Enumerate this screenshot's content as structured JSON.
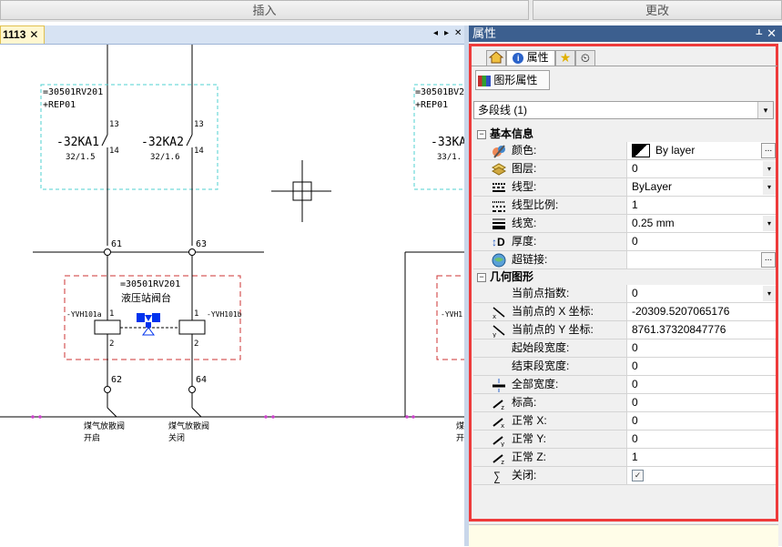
{
  "toolbar": {
    "insert_label": "插入",
    "change_label": "更改"
  },
  "document": {
    "tab_title": "1113",
    "close_glyph": "✕",
    "nav_left": "◂",
    "nav_right": "▸",
    "nav_close": "✕"
  },
  "drawing": {
    "block1": {
      "ref": "=30501RV201",
      "loc": "+REP01"
    },
    "block2": {
      "ref": "=30501BV2",
      "loc": "+REP01"
    },
    "ka1": {
      "name": "-32KA1",
      "pos": "32/1.5",
      "t1": "13",
      "t2": "14"
    },
    "ka2": {
      "name": "-32KA2",
      "pos": "32/1.6",
      "t1": "13",
      "t2": "14"
    },
    "ka3": {
      "name": "-33KA",
      "pos": "33/1."
    },
    "node61": "61",
    "node63": "63",
    "node62": "62",
    "node64": "64",
    "valve": {
      "ref": "=30501RV201",
      "name": "液压站阀台",
      "left_tag": "-YVH101a",
      "right_tag": "-YVH101b",
      "left_t1": "1",
      "left_t2": "2",
      "right_t1": "1",
      "right_t2": "2",
      "far_tag": "-YVH1"
    },
    "caption1": {
      "line1": "煤气放散阀",
      "line2": "开启"
    },
    "caption2": {
      "line1": "煤气放散阀",
      "line2": "关闭"
    },
    "caption3": {
      "line1": "煤",
      "line2": "开"
    }
  },
  "panel": {
    "title": "属性",
    "pin_glyph": "ᚆ",
    "close_glyph": "✕",
    "tab_properties": "属性",
    "subtab": "图形属性",
    "selection": "多段线 (1)",
    "categories": [
      {
        "label": "基本信息",
        "toggle": "−"
      },
      {
        "label": "几何图形",
        "toggle": "−"
      }
    ],
    "basic_rows": [
      {
        "label": "颜色:",
        "value": "By layer",
        "icon": "color-icon"
      },
      {
        "label": "图层:",
        "value": "0",
        "icon": "layer-icon"
      },
      {
        "label": "线型:",
        "value": "ByLayer",
        "icon": "linetype-icon"
      },
      {
        "label": "线型比例:",
        "value": "1",
        "icon": "linetype-scale-icon"
      },
      {
        "label": "线宽:",
        "value": "0.25 mm",
        "icon": "lineweight-icon"
      },
      {
        "label": "厚度:",
        "value": "0",
        "icon": "thickness-icon"
      },
      {
        "label": "超链接:",
        "value": "",
        "icon": "hyperlink-icon"
      }
    ],
    "geom_rows": [
      {
        "label": "当前点指数:",
        "value": "0"
      },
      {
        "label": "当前点的 X 坐标:",
        "value": "-20309.5207065176"
      },
      {
        "label": "当前点的 Y 坐标:",
        "value": "8761.37320847776"
      },
      {
        "label": "起始段宽度:",
        "value": "0"
      },
      {
        "label": "结束段宽度:",
        "value": "0"
      },
      {
        "label": "全部宽度:",
        "value": "0"
      },
      {
        "label": "标高:",
        "value": "0"
      },
      {
        "label": "正常 X:",
        "value": "0"
      },
      {
        "label": "正常 Y:",
        "value": "0"
      },
      {
        "label": "正常 Z:",
        "value": "1"
      },
      {
        "label": "关闭:",
        "value": ""
      }
    ],
    "thickness_glyph": "D",
    "ellipsis": "...",
    "dropdown_glyph": "▾",
    "check_glyph": "✓"
  },
  "colors": {
    "highlight": "#ee3b3b",
    "title_bar": "#3c5f8f",
    "block_outline": "#4fd0d0",
    "valve_outline": "#cc3333",
    "valve_symbol": "#0033ee"
  }
}
